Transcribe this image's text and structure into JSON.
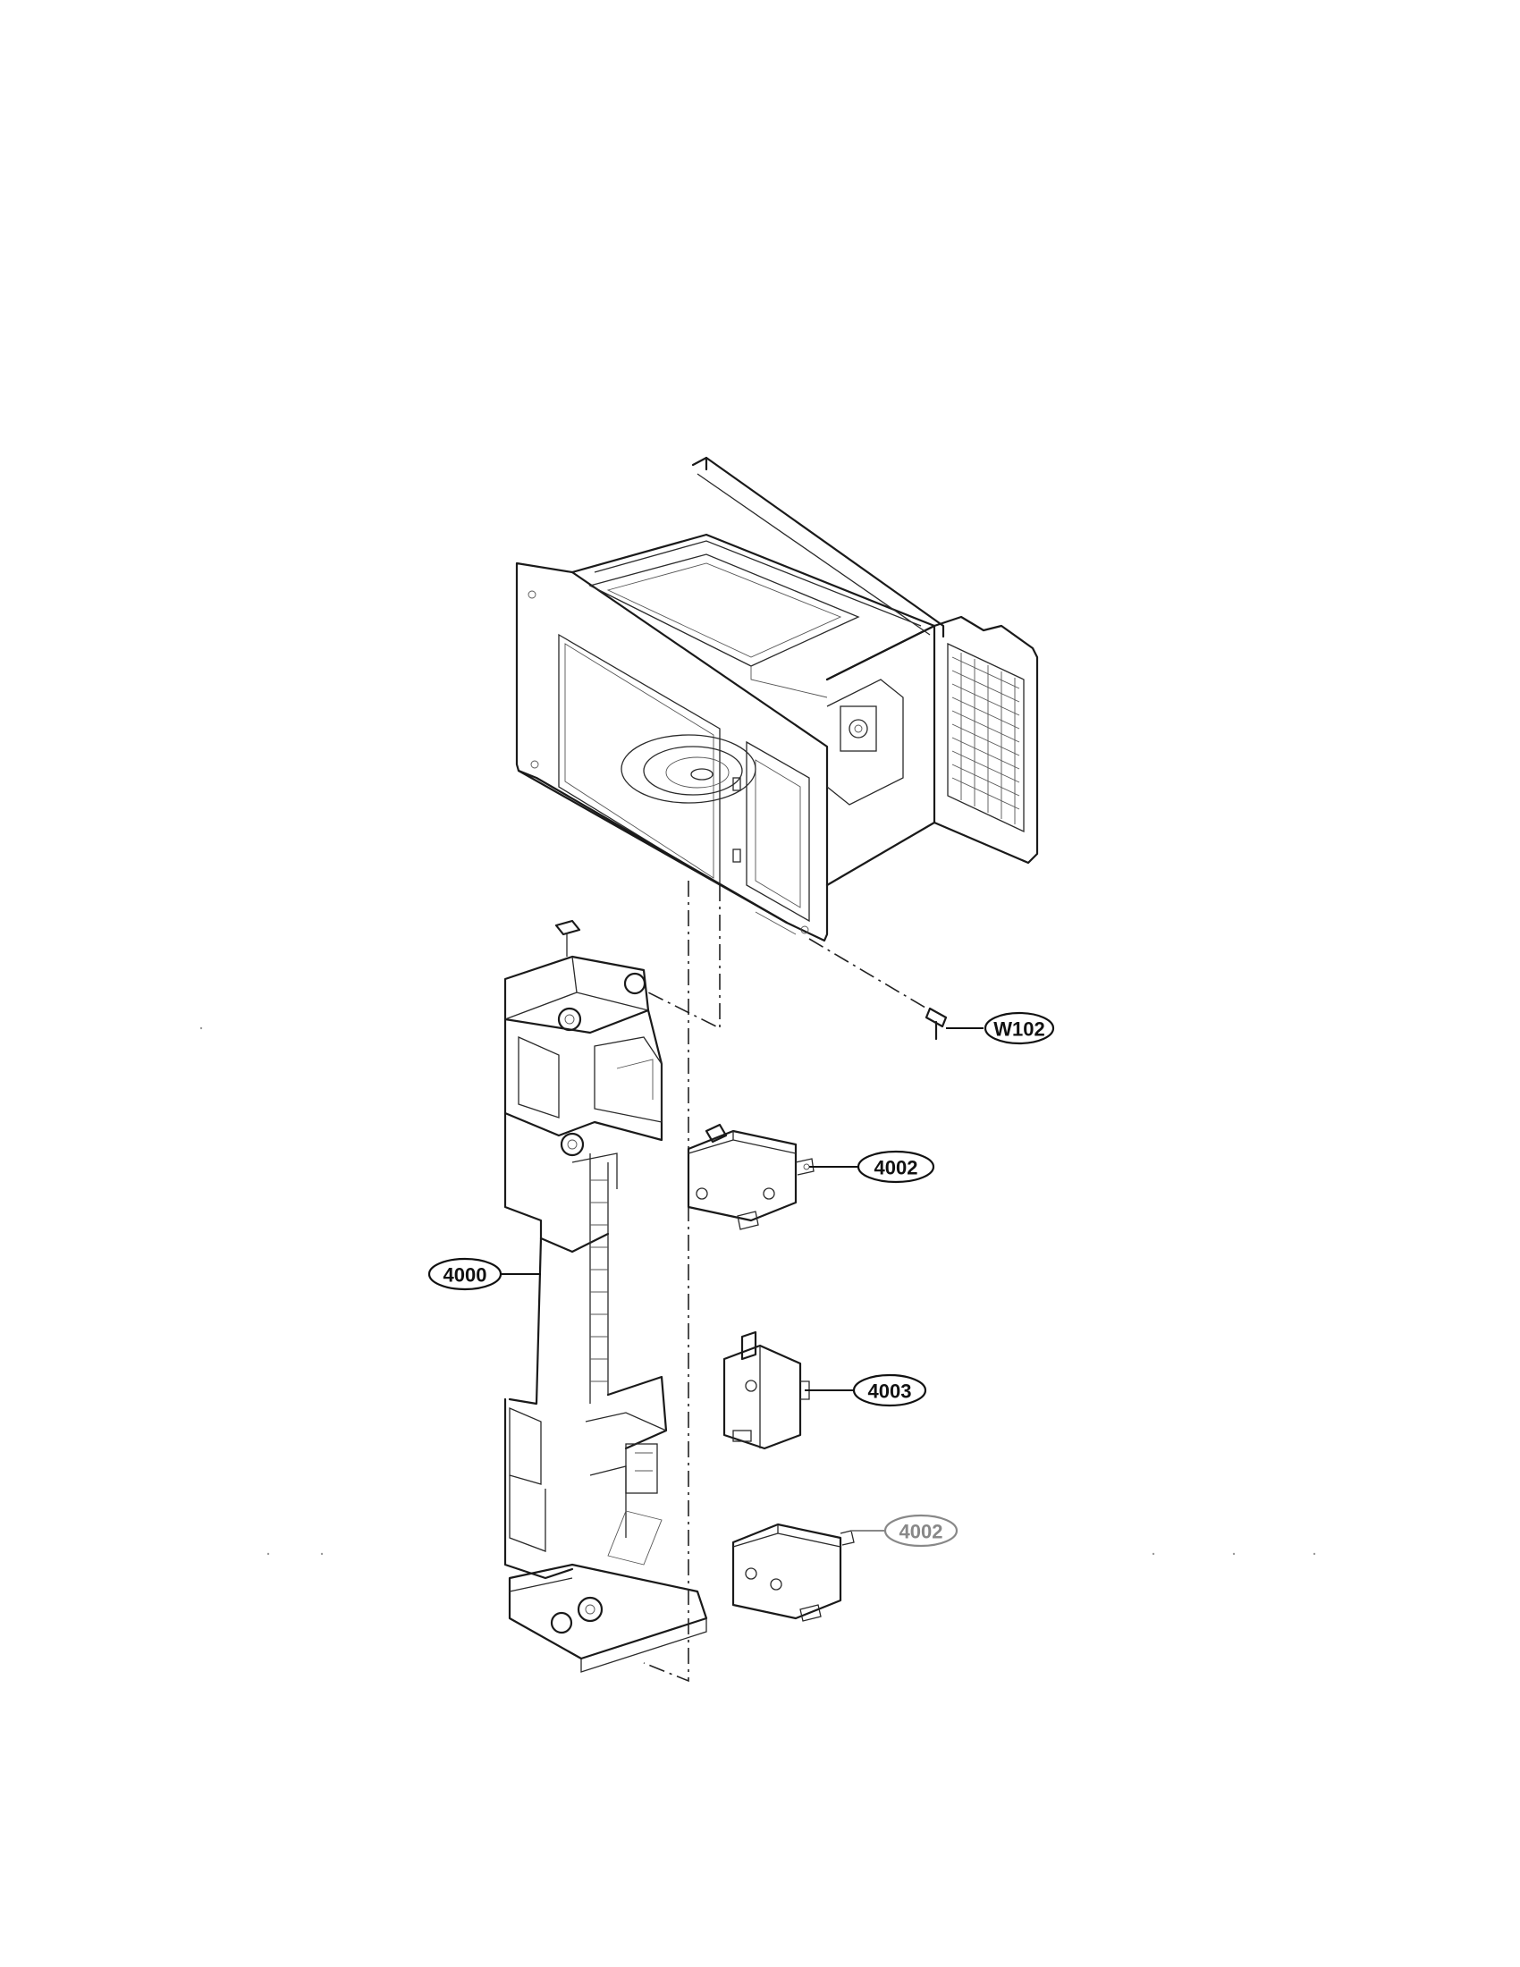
{
  "callouts": {
    "screw": "W102",
    "latch_board": "4000",
    "switch_upper": "4002",
    "switch_middle": "4003",
    "switch_lower": "4002"
  },
  "icons": {
    "cavity": "microwave-cavity-icon",
    "latch": "door-latch-board-icon",
    "switch": "micro-switch-icon",
    "screw": "screw-icon"
  }
}
